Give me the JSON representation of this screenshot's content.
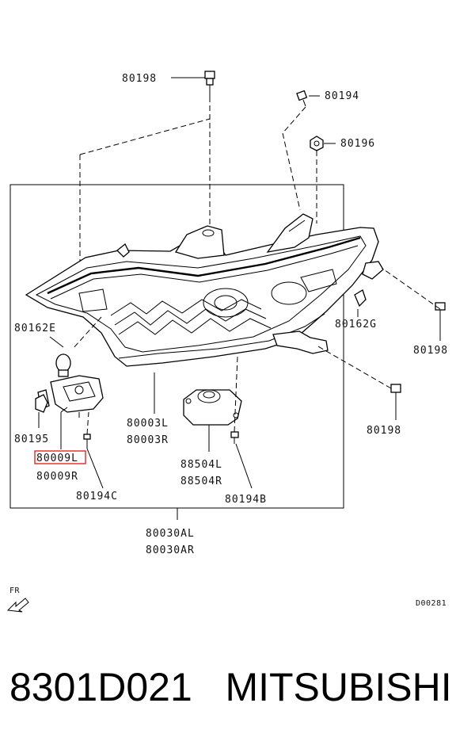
{
  "labels": {
    "p80198_top": "80198",
    "p80194": "80194",
    "p80196": "80196",
    "p80162e": "80162E",
    "p80162g": "80162G",
    "p80198_right": "80198",
    "p80198_lower": "80198",
    "p80195": "80195",
    "p80009l": "80009L",
    "p80009r": "80009R",
    "p80194c": "80194C",
    "p80003l": "80003L",
    "p80003r": "80003R",
    "p88504l": "88504L",
    "p88504r": "88504R",
    "p80194b": "80194B",
    "p80030al": "80030AL",
    "p80030ar": "80030AR",
    "fr": "FR",
    "diagram_code": "D00281"
  },
  "caption": {
    "part_number": "8301D021",
    "brand": "MITSUBISHI"
  },
  "colors": {
    "highlight": "#e8322e"
  }
}
